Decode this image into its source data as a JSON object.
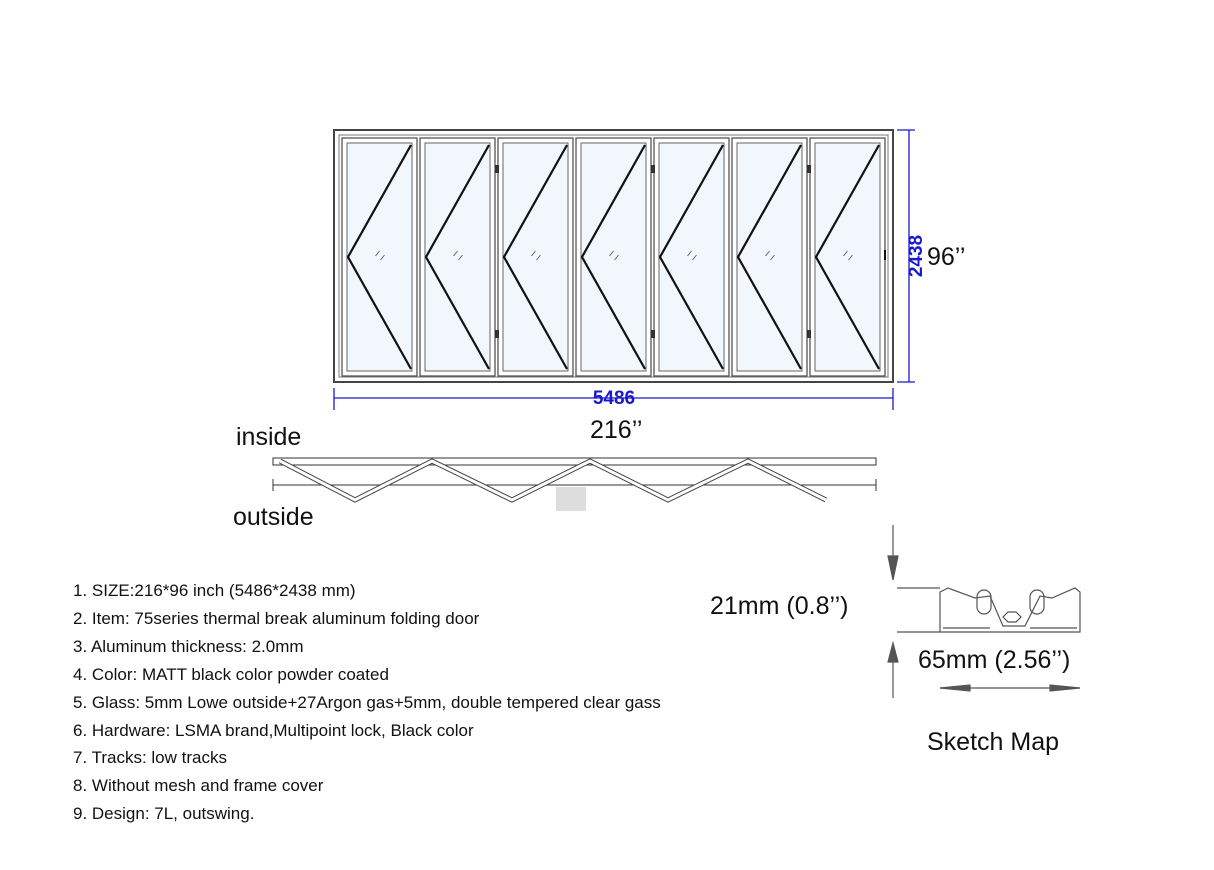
{
  "elevation": {
    "panel_count": 7,
    "width_mm": "5486",
    "height_mm": "2438",
    "width_in": "216’’",
    "height_in": "96’’",
    "dimension_color": "#1a1acc"
  },
  "plan": {
    "inside_label": "inside",
    "outside_label": "outside"
  },
  "specs": [
    "1. SIZE:216*96 inch (5486*2438 mm)",
    "2. Item: 75series thermal break aluminum folding door",
    "3. Aluminum thickness: 2.0mm",
    "4. Color: MATT black color powder coated",
    "5. Glass: 5mm Lowe outside+27Argon gas+5mm, double tempered clear gass",
    "6. Hardware: LSMA brand,Multipoint lock, Black color",
    "7. Tracks: low tracks",
    "8. Without mesh and frame cover",
    "9. Design: 7L, outswing."
  ],
  "profile": {
    "height_label": "21mm (0.8’’)",
    "width_label": "65mm (2.56’’)",
    "caption": "Sketch Map"
  }
}
